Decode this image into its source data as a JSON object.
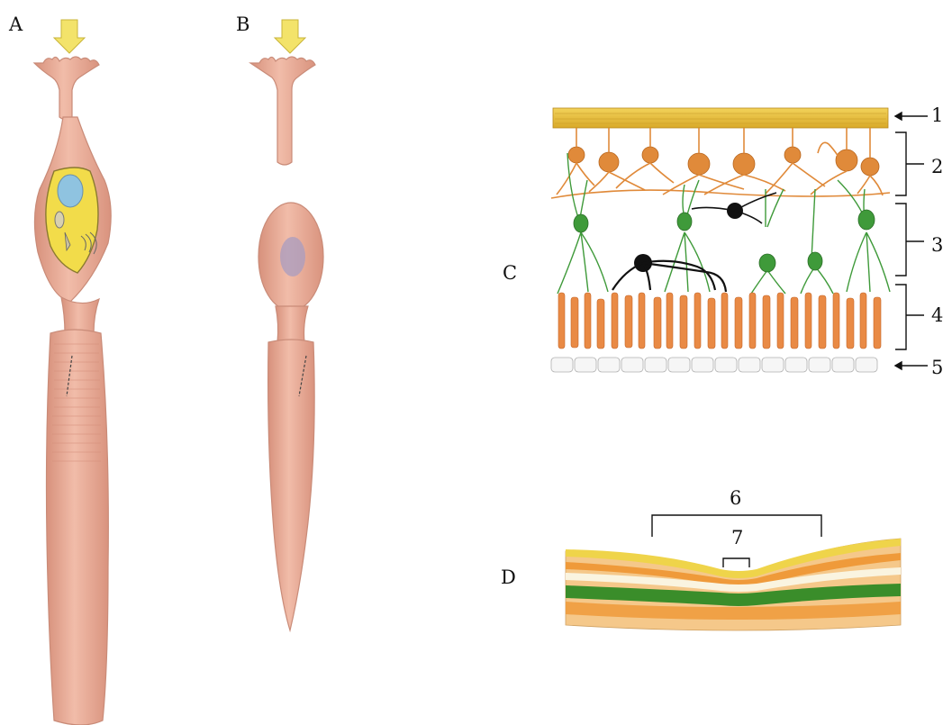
{
  "panels": {
    "a": {
      "label": "A"
    },
    "b": {
      "label": "B"
    },
    "c": {
      "label": "C"
    },
    "d": {
      "label": "D"
    }
  },
  "markers": {
    "m1": "1",
    "m2": "2",
    "m3": "3",
    "m4": "4",
    "m5": "5",
    "m6": "6",
    "m7": "7"
  },
  "colors": {
    "cell_body": "#e8a892",
    "cell_edge": "#c98b78",
    "arrow": "#f3e36a",
    "nucleus_fill": "#f2dc4a",
    "nucleus_spot": "#8fc3e0",
    "nerve_fiber": "#e9c23a",
    "ganglion": "#e08a3a",
    "bipolar": "#3f9a3a",
    "horizontal": "#111111",
    "photoreceptor": "#e98a45",
    "pigment": "#f4f4f4",
    "fovea_green": "#3a8d2a",
    "fovea_orange": "#ef9a3a"
  }
}
